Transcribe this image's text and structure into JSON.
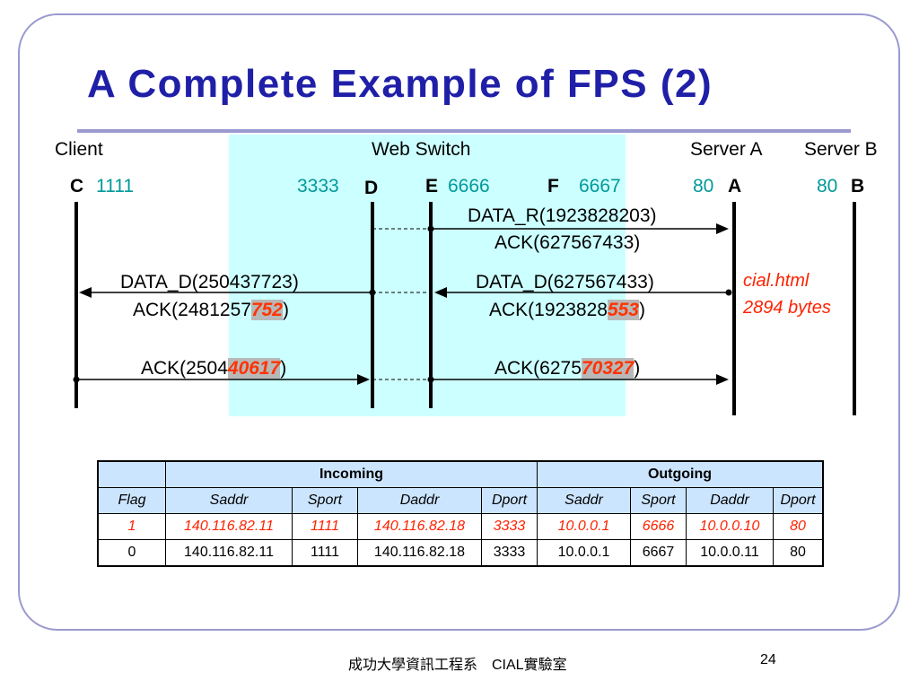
{
  "title": "A Complete Example of FPS (2)",
  "roles": {
    "client": "Client",
    "web_switch": "Web Switch",
    "server_a": "Server A",
    "server_b": "Server B"
  },
  "nodes": {
    "c": "C",
    "d": "D",
    "e": "E",
    "f": "F",
    "a": "A",
    "b": "B"
  },
  "ports": {
    "c": "1111",
    "d": "3333",
    "e": "6666",
    "f": "6667",
    "a": "80",
    "b": "80"
  },
  "messages": {
    "data_r": "DATA_R(1923828203)",
    "ack_627567433": "ACK(627567433)",
    "data_d_client": "DATA_D(250437723)",
    "ack_client_prefix": "ACK(2481257",
    "ack_client_hl": "752",
    "ack_client_suffix": ")",
    "data_d_server": "DATA_D(627567433)",
    "ack_server_prefix": "ACK(1923828",
    "ack_server_hl": "553",
    "ack_server_suffix": ")",
    "ack2_client_prefix": "ACK(2504",
    "ack2_client_hl": "40617",
    "ack2_client_suffix": ")",
    "ack2_server_prefix": "ACK(6275",
    "ack2_server_hl": "70327",
    "ack2_server_suffix": ")"
  },
  "note": {
    "file": "cial.html",
    "size": "2894 bytes"
  },
  "table": {
    "incoming": "Incoming",
    "outgoing": "Outgoing",
    "columns": [
      "Flag",
      "Saddr",
      "Sport",
      "Daddr",
      "Dport",
      "Saddr",
      "Sport",
      "Daddr",
      "Dport"
    ],
    "rows": [
      [
        "1",
        "140.116.82.11",
        "1111",
        "140.116.82.18",
        "3333",
        "10.0.0.1",
        "6666",
        "10.0.0.10",
        "80"
      ],
      [
        "0",
        "140.116.82.11",
        "1111",
        "140.116.82.18",
        "3333",
        "10.0.0.1",
        "6667",
        "10.0.0.11",
        "80"
      ]
    ]
  },
  "footer": {
    "institution": "成功大學資訊工程系　CIAL實驗室",
    "page": "24"
  },
  "colors": {
    "title": "#1f1fa8",
    "switch_region": "#ccffff",
    "port": "#009999",
    "highlight": "#ff3300",
    "table_header": "#cce5ff"
  }
}
